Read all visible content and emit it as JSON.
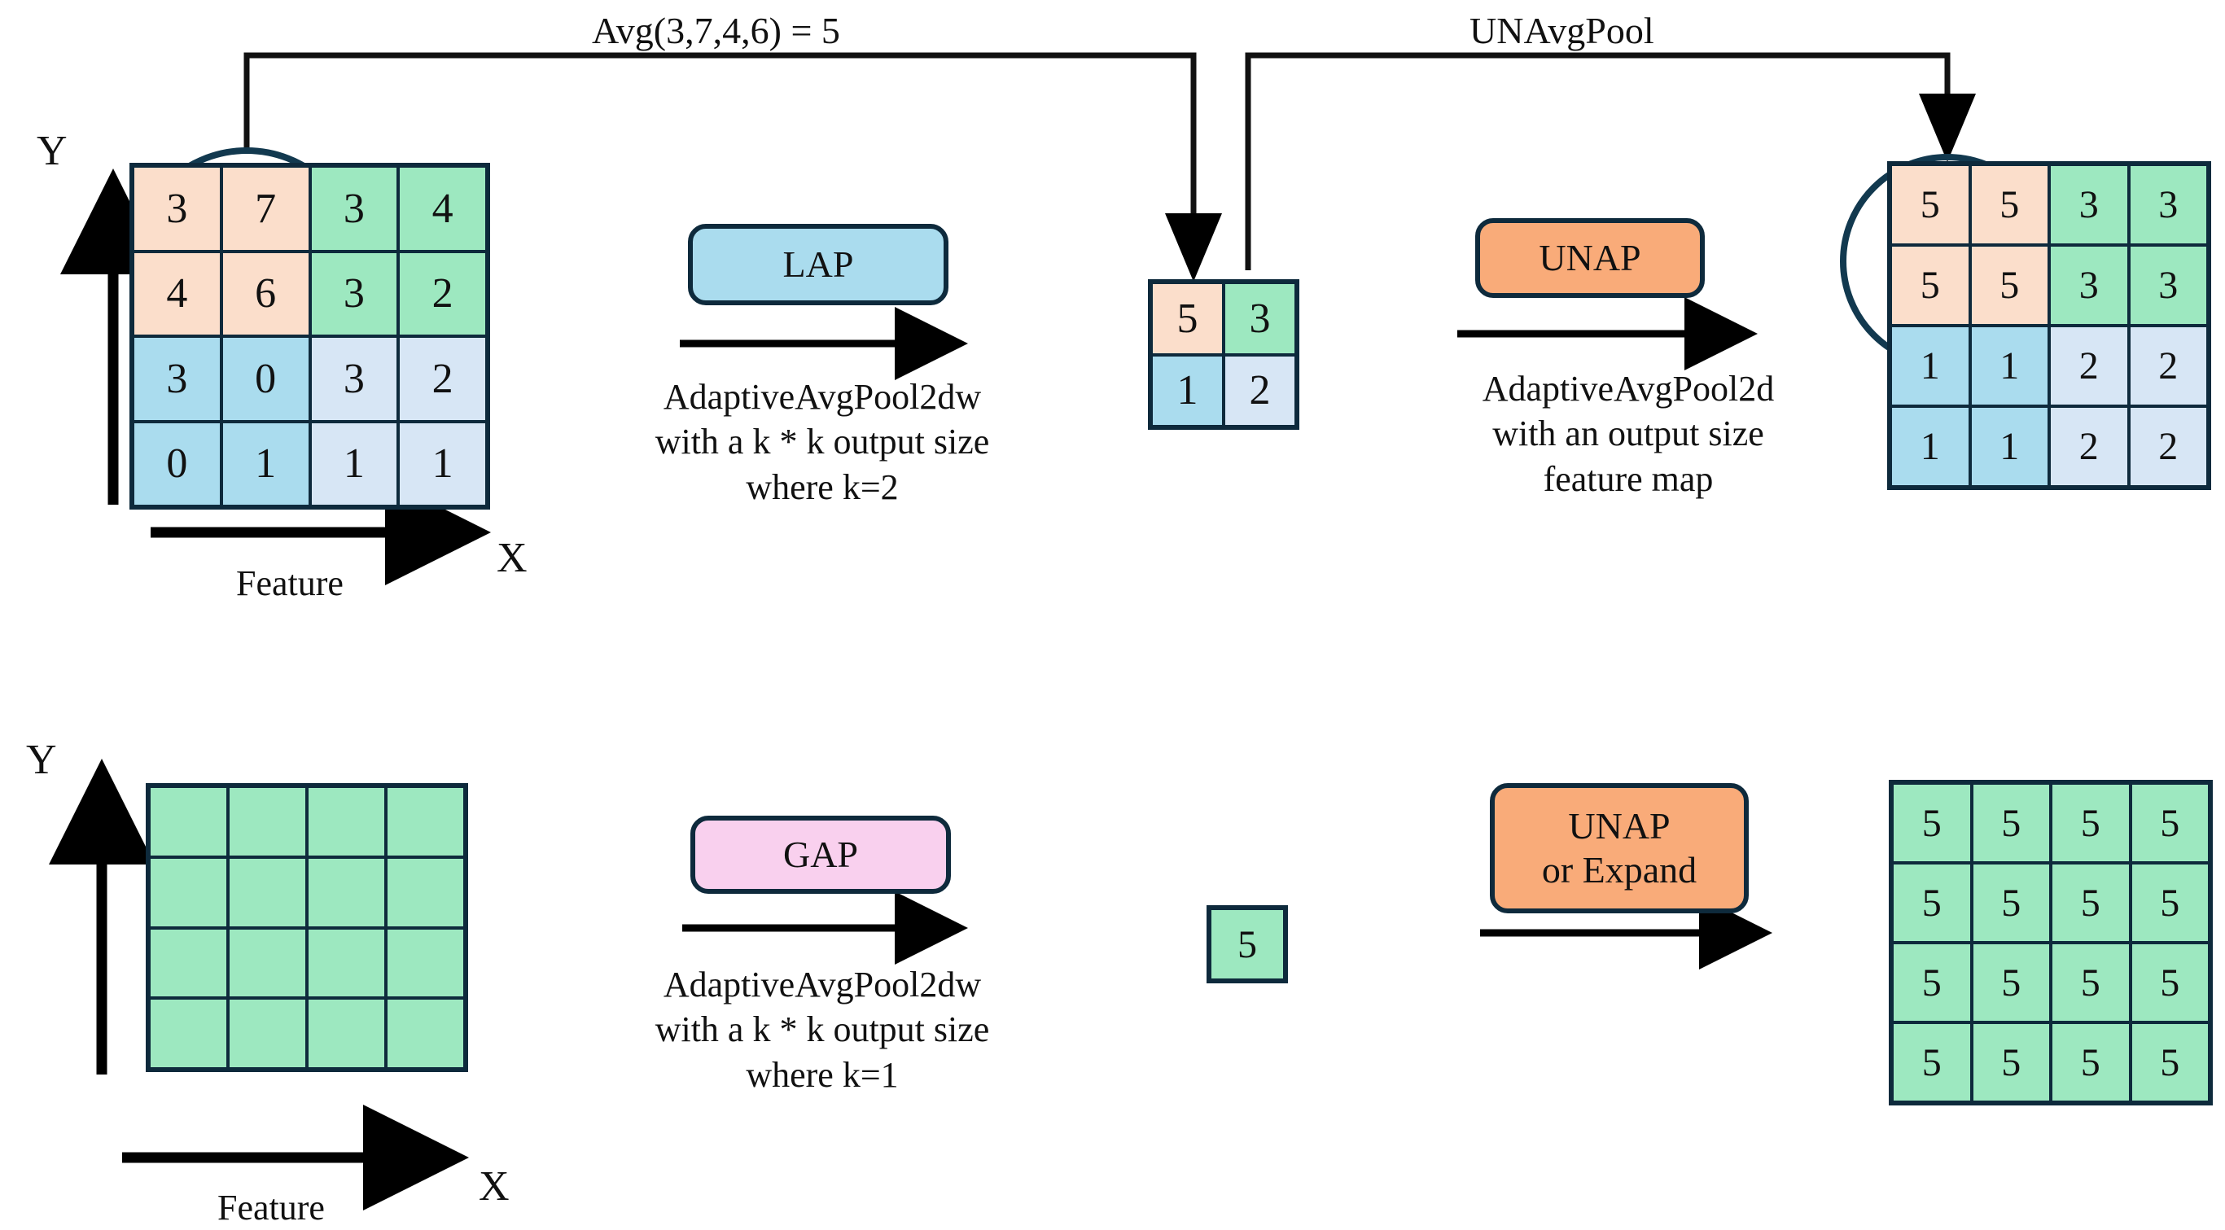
{
  "diagram": {
    "title_top_left": "Avg(3,7,4,6) = 5",
    "title_top_right": "UNAvgPool",
    "axis": {
      "y_label": "Y",
      "x_label": "X",
      "feature_label": "Feature"
    }
  },
  "colors": {
    "border": "#0e2a3c",
    "peach": "#fbdecb",
    "green": "#9de8c0",
    "blue": "#aadcee",
    "pale_blue": "#d7e6f5",
    "chip_lap": "#aadcee",
    "chip_unap": "#f9ab79",
    "chip_gap": "#f9d0ee",
    "arrow": "#000000"
  },
  "row_top": {
    "input_grid": {
      "name": "feature-map-4x4",
      "rows": 4,
      "cols": 4,
      "values": [
        [
          "3",
          "7",
          "3",
          "4"
        ],
        [
          "4",
          "6",
          "3",
          "2"
        ],
        [
          "3",
          "0",
          "3",
          "2"
        ],
        [
          "0",
          "1",
          "1",
          "1"
        ]
      ],
      "fills": [
        [
          "peach",
          "peach",
          "green",
          "green"
        ],
        [
          "peach",
          "peach",
          "green",
          "green"
        ],
        [
          "blue",
          "blue",
          "pale_blue",
          "pale_blue"
        ],
        [
          "blue",
          "blue",
          "pale_blue",
          "pale_blue"
        ]
      ]
    },
    "op_left": {
      "chip_label": "LAP",
      "chip_color_key": "chip_lap",
      "caption": "AdaptiveAvgPool2dw\nwith a k * k output size\nwhere k=2"
    },
    "pooled_grid": {
      "name": "pooled-2x2",
      "rows": 2,
      "cols": 2,
      "values": [
        [
          "5",
          "3"
        ],
        [
          "1",
          "2"
        ]
      ],
      "fills": [
        [
          "peach",
          "green"
        ],
        [
          "blue",
          "pale_blue"
        ]
      ]
    },
    "op_right": {
      "chip_label": "UNAP",
      "chip_color_key": "chip_unap",
      "caption": "AdaptiveAvgPool2d\nwith an output size\nfeature map"
    },
    "output_grid": {
      "name": "unpooled-4x4",
      "rows": 4,
      "cols": 4,
      "values": [
        [
          "5",
          "5",
          "3",
          "3"
        ],
        [
          "5",
          "5",
          "3",
          "3"
        ],
        [
          "1",
          "1",
          "2",
          "2"
        ],
        [
          "1",
          "1",
          "2",
          "2"
        ]
      ],
      "fills": [
        [
          "peach",
          "peach",
          "green",
          "green"
        ],
        [
          "peach",
          "peach",
          "green",
          "green"
        ],
        [
          "blue",
          "blue",
          "pale_blue",
          "pale_blue"
        ],
        [
          "blue",
          "blue",
          "pale_blue",
          "pale_blue"
        ]
      ]
    }
  },
  "row_bottom": {
    "input_grid": {
      "name": "feature-map-4x4-blank",
      "rows": 4,
      "cols": 4,
      "values": [
        [
          "",
          "",
          "",
          ""
        ],
        [
          "",
          "",
          "",
          ""
        ],
        [
          "",
          "",
          "",
          ""
        ],
        [
          "",
          "",
          "",
          ""
        ]
      ],
      "fills": [
        [
          "green",
          "green",
          "green",
          "green"
        ],
        [
          "green",
          "green",
          "green",
          "green"
        ],
        [
          "green",
          "green",
          "green",
          "green"
        ],
        [
          "green",
          "green",
          "green",
          "green"
        ]
      ]
    },
    "op_left": {
      "chip_label": "GAP",
      "chip_color_key": "chip_gap",
      "caption": "AdaptiveAvgPool2dw\nwith a k * k output size\nwhere k=1"
    },
    "pooled_grid": {
      "name": "pooled-1x1",
      "rows": 1,
      "cols": 1,
      "values": [
        [
          "5"
        ]
      ],
      "fills": [
        [
          "green"
        ]
      ]
    },
    "op_right": {
      "chip_label": "UNAP\nor Expand",
      "chip_color_key": "chip_unap",
      "caption": ""
    },
    "output_grid": {
      "name": "expanded-4x4",
      "rows": 4,
      "cols": 4,
      "values": [
        [
          "5",
          "5",
          "5",
          "5"
        ],
        [
          "5",
          "5",
          "5",
          "5"
        ],
        [
          "5",
          "5",
          "5",
          "5"
        ],
        [
          "5",
          "5",
          "5",
          "5"
        ]
      ],
      "fills": [
        [
          "green",
          "green",
          "green",
          "green"
        ],
        [
          "green",
          "green",
          "green",
          "green"
        ],
        [
          "green",
          "green",
          "green",
          "green"
        ],
        [
          "green",
          "green",
          "green",
          "green"
        ]
      ]
    }
  }
}
